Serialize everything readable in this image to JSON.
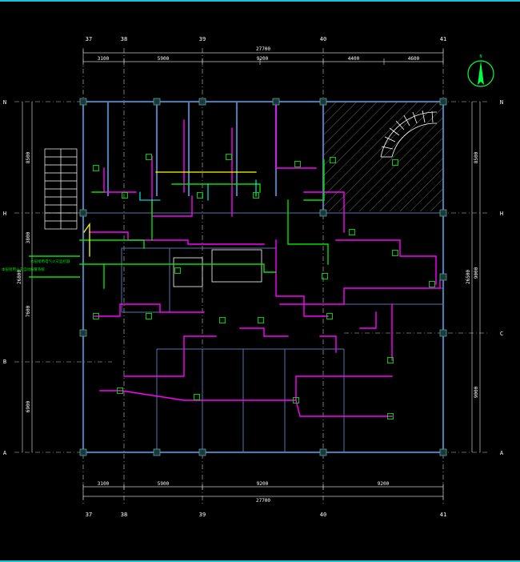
{
  "grid": {
    "cols": [
      "37",
      "38",
      "39",
      "40",
      "41"
    ],
    "rows": [
      "N",
      "H",
      "C",
      "B",
      "A"
    ]
  },
  "dimensions": {
    "total": "27700",
    "top": [
      "3100",
      "5900",
      "9200",
      "4400",
      "4600"
    ],
    "bottom": [
      "3100",
      "5900",
      "9200",
      "9200"
    ],
    "left": [
      "8500",
      "3800",
      "7600",
      "6900"
    ],
    "left_total": "26800",
    "right": [
      "8500",
      "9000",
      "9000"
    ],
    "right_total": "26500"
  },
  "legend": {
    "line1": "本层接用电气火灾监控器",
    "line2": "本层接用火灾自动报警系统"
  },
  "colors": {
    "frame": "#19c3d6",
    "wall": "#5577aa",
    "grid_line": "#c8c8c8",
    "riser": "#00e000",
    "feeder": "#ff00ff",
    "trunk": "#ffff00",
    "branch": "#00ffff",
    "compass": "#00ff40",
    "text": "#ffffff"
  },
  "icons": [
    "north-arrow-icon",
    "spiral-stair-icon",
    "distribution-box-icon",
    "column-icon",
    "stair-icon",
    "door-swing-icon",
    "toilet-icon"
  ]
}
